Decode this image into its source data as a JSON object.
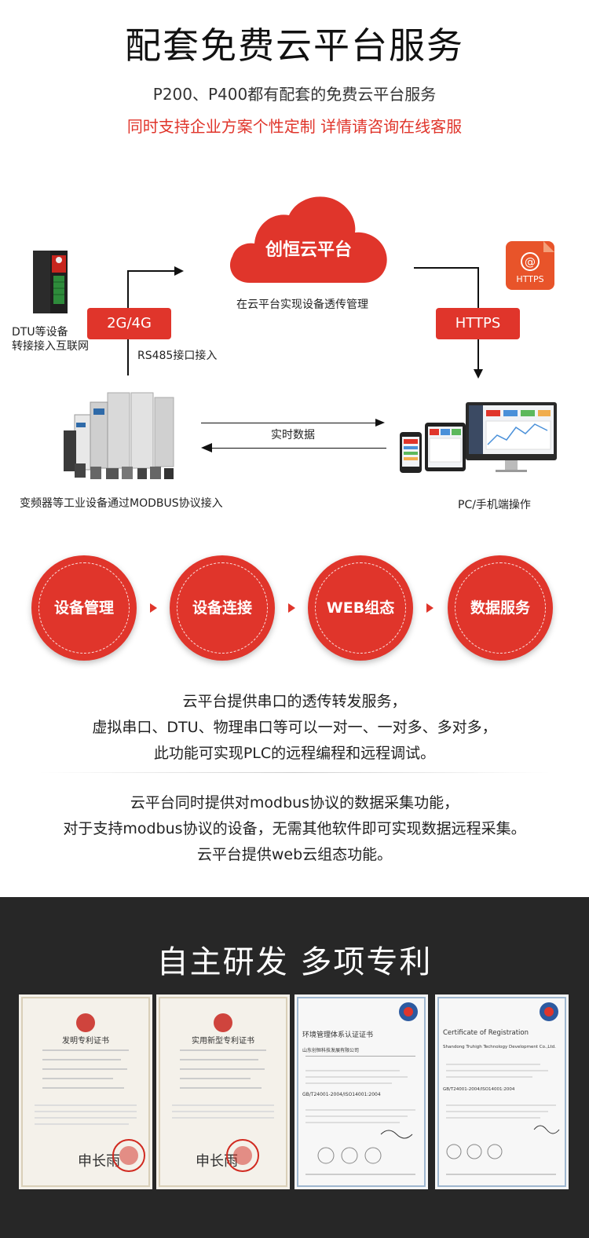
{
  "header": {
    "title": "配套免费云平台服务",
    "subtitle": "P200、P400都有配套的免费云平台服务",
    "subtitle_red": "同时支持企业方案个性定制  详情请咨询在线客服"
  },
  "diagram": {
    "cloud_label": "创恒云平台",
    "cloud_caption": "在云平台实现设备透传管理",
    "https_icon_text": "HTTPS",
    "badge_left": "2G/4G",
    "badge_right": "HTTPS",
    "dtu_label_line1": "DTU等设备",
    "dtu_label_line2": "转接接入互联网",
    "rs485_label": "RS485接口接入",
    "realtime_label": "实时数据",
    "vfd_label": "变频器等工业设备通过MODBUS协议接入",
    "pc_label": "PC/手机端操作"
  },
  "features": [
    {
      "label": "设备管理"
    },
    {
      "label": "设备连接"
    },
    {
      "label": "WEB组态"
    },
    {
      "label": "数据服务"
    }
  ],
  "paragraph1": [
    "云平台提供串口的透传转发服务，",
    "虚拟串口、DTU、物理串口等可以一对一、一对多、多对多，",
    "此功能可实现PLC的远程编程和远程调试。"
  ],
  "paragraph2": [
    "云平台同时提供对modbus协议的数据采集功能，",
    "对于支持modbus协议的设备，无需其他软件即可实现数据远程采集。",
    "云平台提供web云组态功能。"
  ],
  "patents": {
    "title": "自主研发  多项专利",
    "certs": [
      {
        "title": "发明专利证书"
      },
      {
        "title": "实用新型专利证书"
      },
      {
        "title": "环境管理体系认证证书",
        "company": "山东创恒科技发展有限公司",
        "standard": "GB/T24001-2004/ISO14001:2004"
      },
      {
        "title": "Certificate of Registration",
        "company": "Shandong Truhigh Technology Development Co.,Ltd.",
        "standard": "GB/T24001-2004/ISO14001:2004"
      }
    ]
  },
  "colors": {
    "accent": "#e0352b",
    "dark_bg": "#272727"
  }
}
